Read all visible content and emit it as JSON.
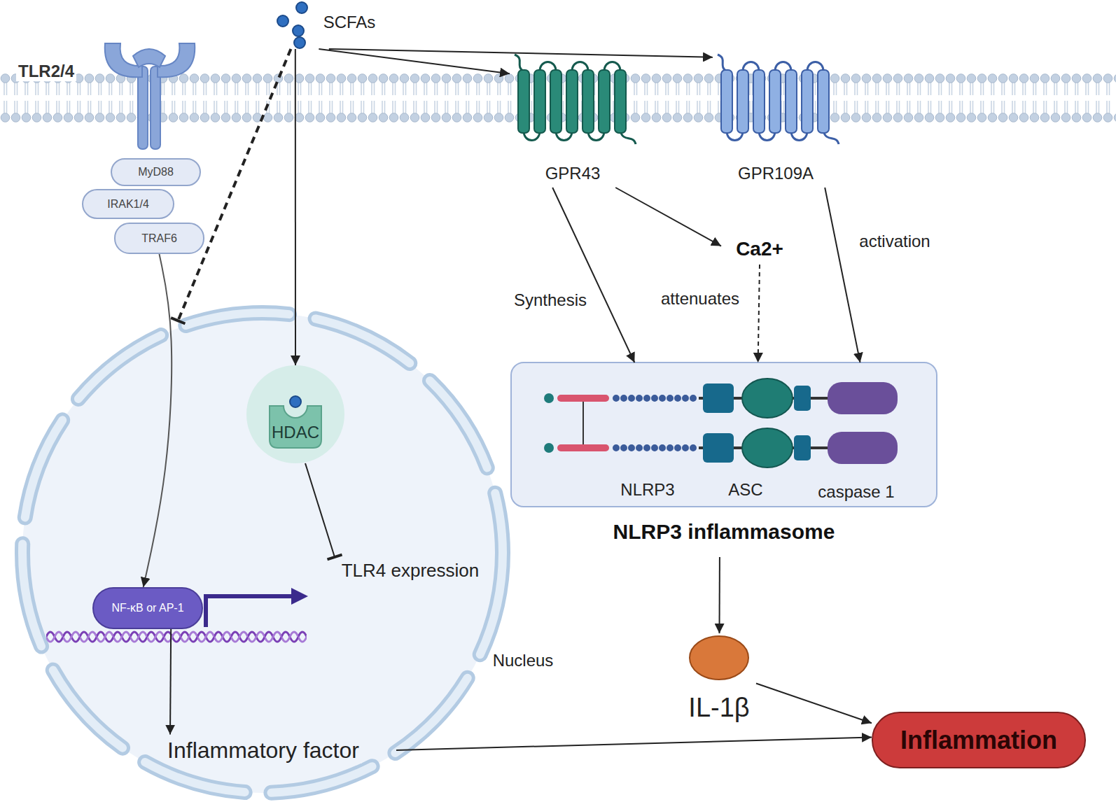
{
  "diagram": {
    "nodes": [
      {
        "text": [
          "Nucleus"
        ]
      },
      {
        "text": [
          "MyD88"
        ]
      },
      {
        "text": [
          "IRAK1/4"
        ]
      },
      {
        "text": [
          "TRAF6"
        ]
      },
      {
        "text": [
          "SCFAs"
        ]
      },
      {
        "text": [
          "GPR43"
        ]
      },
      {
        "text": [
          "GPR109A"
        ]
      },
      {
        "text": [
          "Ca2+"
        ]
      },
      {
        "text": [
          "HDAC"
        ],
        "in": 0
      },
      {
        "text": [
          "NF-κB or AP-1"
        ],
        "in": 0
      },
      {
        "text": [
          "TLR4 expression"
        ],
        "in": 0
      },
      {
        "text": [
          "Inflammatory factor"
        ],
        "in": 0
      },
      {
        "text": [
          "NLRP3",
          "ASC",
          "caspase 1",
          "NLRP3 inflammasome"
        ]
      },
      {
        "text": [
          "IL-1β"
        ]
      },
      {
        "text": [
          "Inflammation"
        ]
      }
    ],
    "edges": [
      {
        "from": 4,
        "to": 5,
        "arrow": "to"
      },
      {
        "from": 4,
        "to": 6,
        "arrow": "to"
      },
      {
        "from": 4,
        "to": 8,
        "arrow": "to"
      },
      {
        "from": 4,
        "to": 0,
        "arrow": "to"
      },
      {
        "from": 3,
        "to": 9,
        "arrow": "to"
      },
      {
        "from": 8,
        "to": 10,
        "arrow": "to"
      },
      {
        "from": 9,
        "to": 11,
        "arrow": "to"
      },
      {
        "from": 11,
        "to": 14,
        "arrow": "to"
      },
      {
        "from": 5,
        "to": 12,
        "label": "Synthesis",
        "arrow": "to"
      },
      {
        "from": 5,
        "to": 7,
        "arrow": "to"
      },
      {
        "from": 7,
        "to": 12,
        "label": "attenuates",
        "arrow": "to"
      },
      {
        "from": 6,
        "to": 12,
        "label": "activation",
        "arrow": "to"
      },
      {
        "from": 12,
        "to": 13,
        "arrow": "to"
      },
      {
        "from": 13,
        "to": 14,
        "arrow": "to"
      }
    ],
    "labels": [
      "TLR2/4"
    ]
  }
}
